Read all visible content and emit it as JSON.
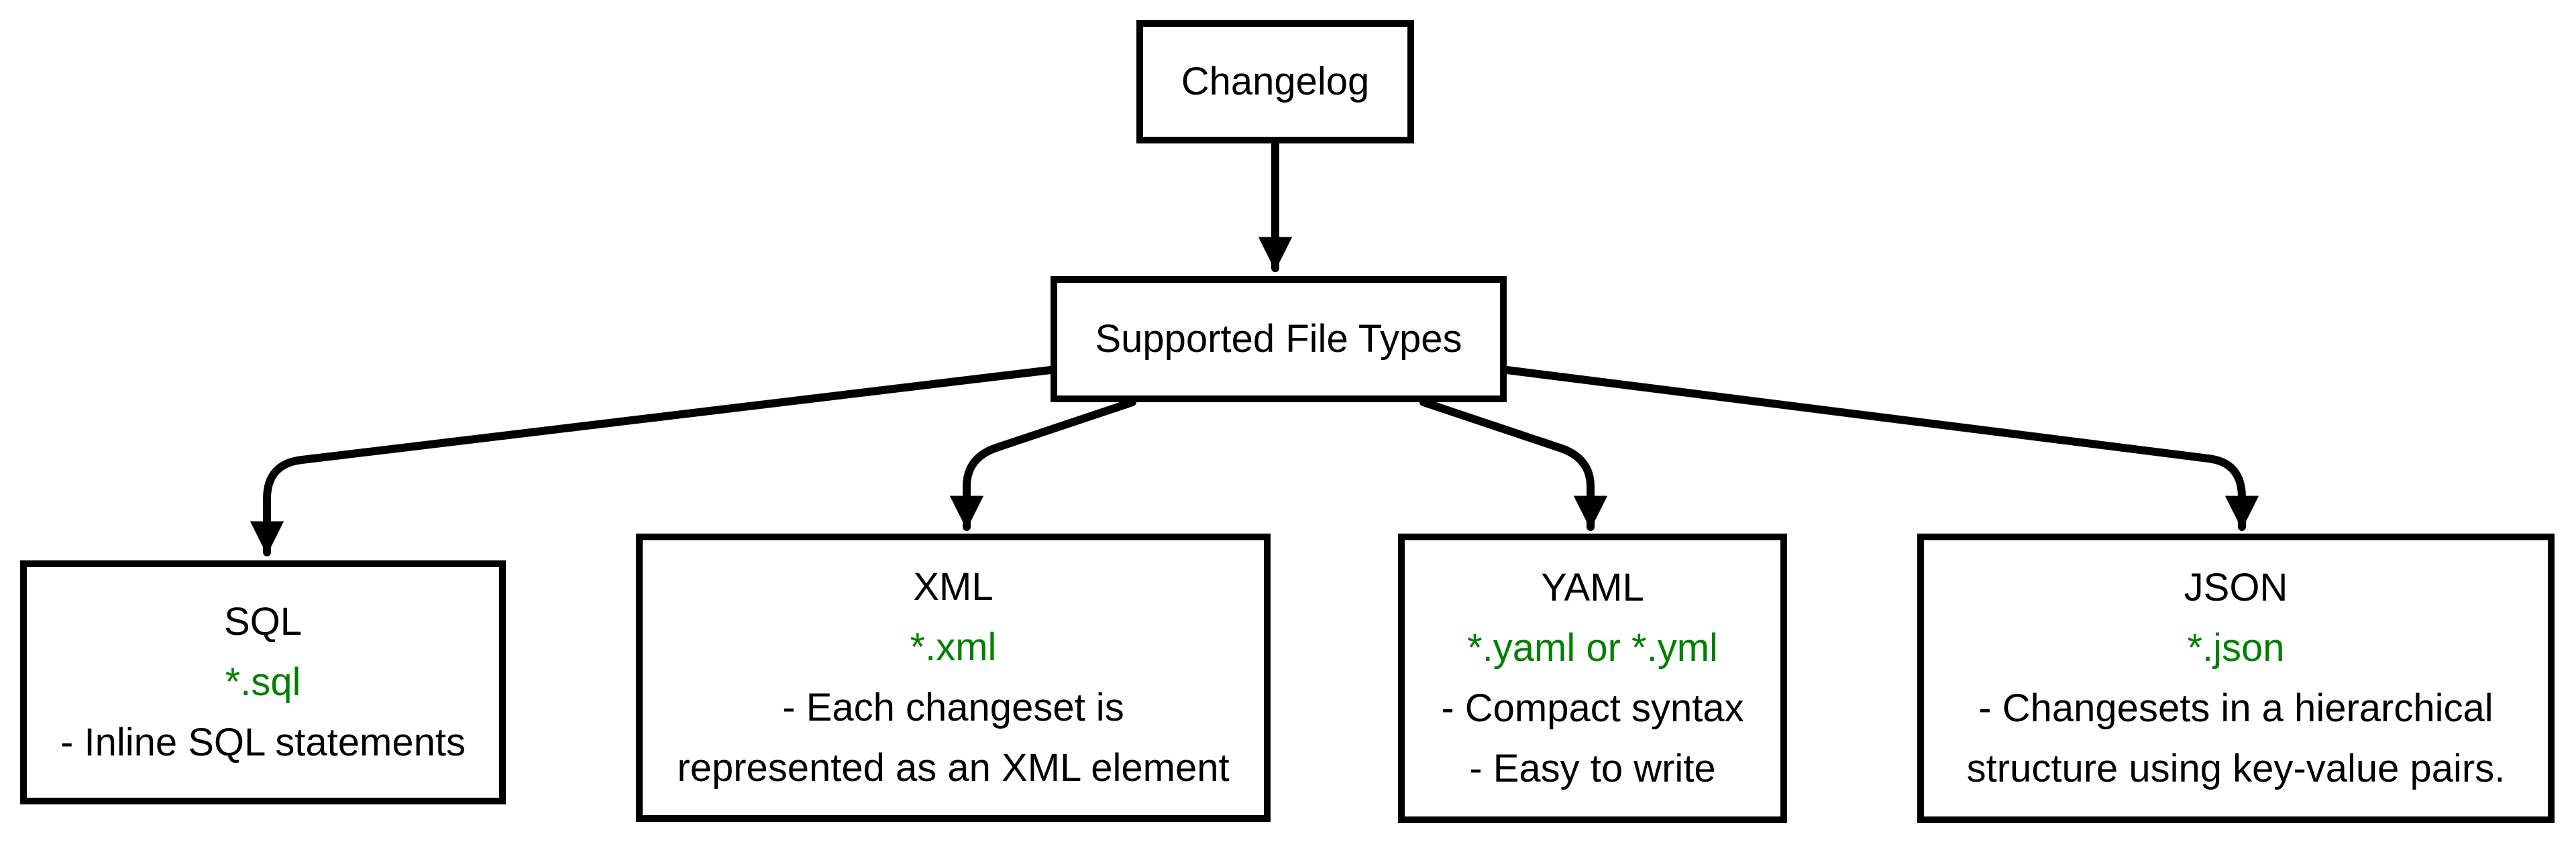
{
  "diagram": {
    "root": {
      "label": "Changelog"
    },
    "hub": {
      "label": "Supported File Types"
    },
    "types": [
      {
        "id": "sql",
        "title": "SQL",
        "ext": "*.sql",
        "desc": "- Inline SQL statements"
      },
      {
        "id": "xml",
        "title": "XML",
        "ext": "*.xml",
        "desc": "- Each changeset is\nrepresented as an XML element"
      },
      {
        "id": "yaml",
        "title": "YAML",
        "ext": "*.yaml or *.yml",
        "desc": "- Compact syntax\n- Easy to write"
      },
      {
        "id": "json",
        "title": "JSON",
        "ext": "*.json",
        "desc": "- Changesets in a hierarchical\nstructure using key-value pairs."
      }
    ],
    "colors": {
      "extension_green": "#008000",
      "stroke_black": "#000000",
      "background_white": "#ffffff"
    }
  }
}
